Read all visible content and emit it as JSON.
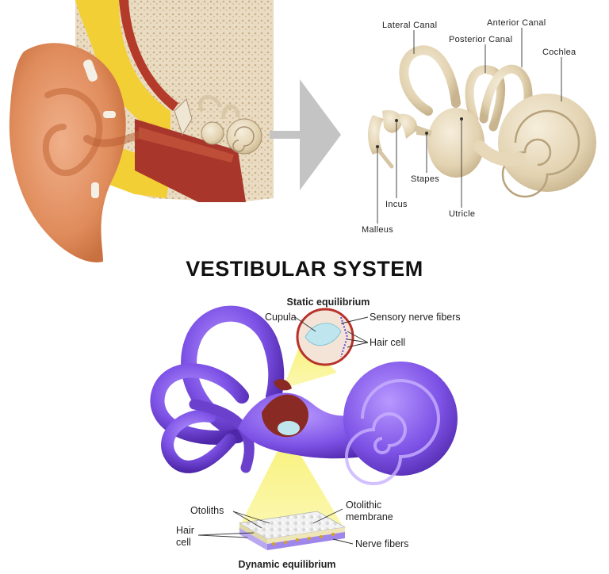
{
  "title": "VESTIBULAR SYSTEM",
  "top_diagram": {
    "labels": {
      "lateral_canal": "Lateral Canal",
      "anterior_canal": "Anterior Canal",
      "posterior_canal": "Posterior Canal",
      "cochlea": "Cochlea",
      "stapes": "Stapes",
      "incus": "Incus",
      "utricle": "Utricle",
      "malleus": "Malleus"
    }
  },
  "bottom_diagram": {
    "static_heading": "Static equilibrium",
    "dynamic_heading": "Dynamic equilibrium",
    "labels": {
      "cupula": "Cupula",
      "sensory_nerve_fibers": "Sensory nerve fibers",
      "hair_cell_top": "Hair cell",
      "otoliths": "Otoliths",
      "otolithic_line1": "Otolithic",
      "otolithic_line2": "membrane",
      "hair_line1": "Hair",
      "hair_line2": "cell",
      "nerve_fibers": "Nerve fibers"
    }
  },
  "colors": {
    "skin": "#e8986a",
    "bone": "#e8dcc4",
    "cartilage_yellow": "#f4d23a",
    "canal_red": "#a0322a",
    "labyrinth_cream": "#e9dcc0",
    "labyrinth_purple": "#7b4fe0",
    "spotlight_yellow": "#f7f060",
    "arrow_gray": "#c4c4c4",
    "gel_blue": "#bfe6ee"
  }
}
